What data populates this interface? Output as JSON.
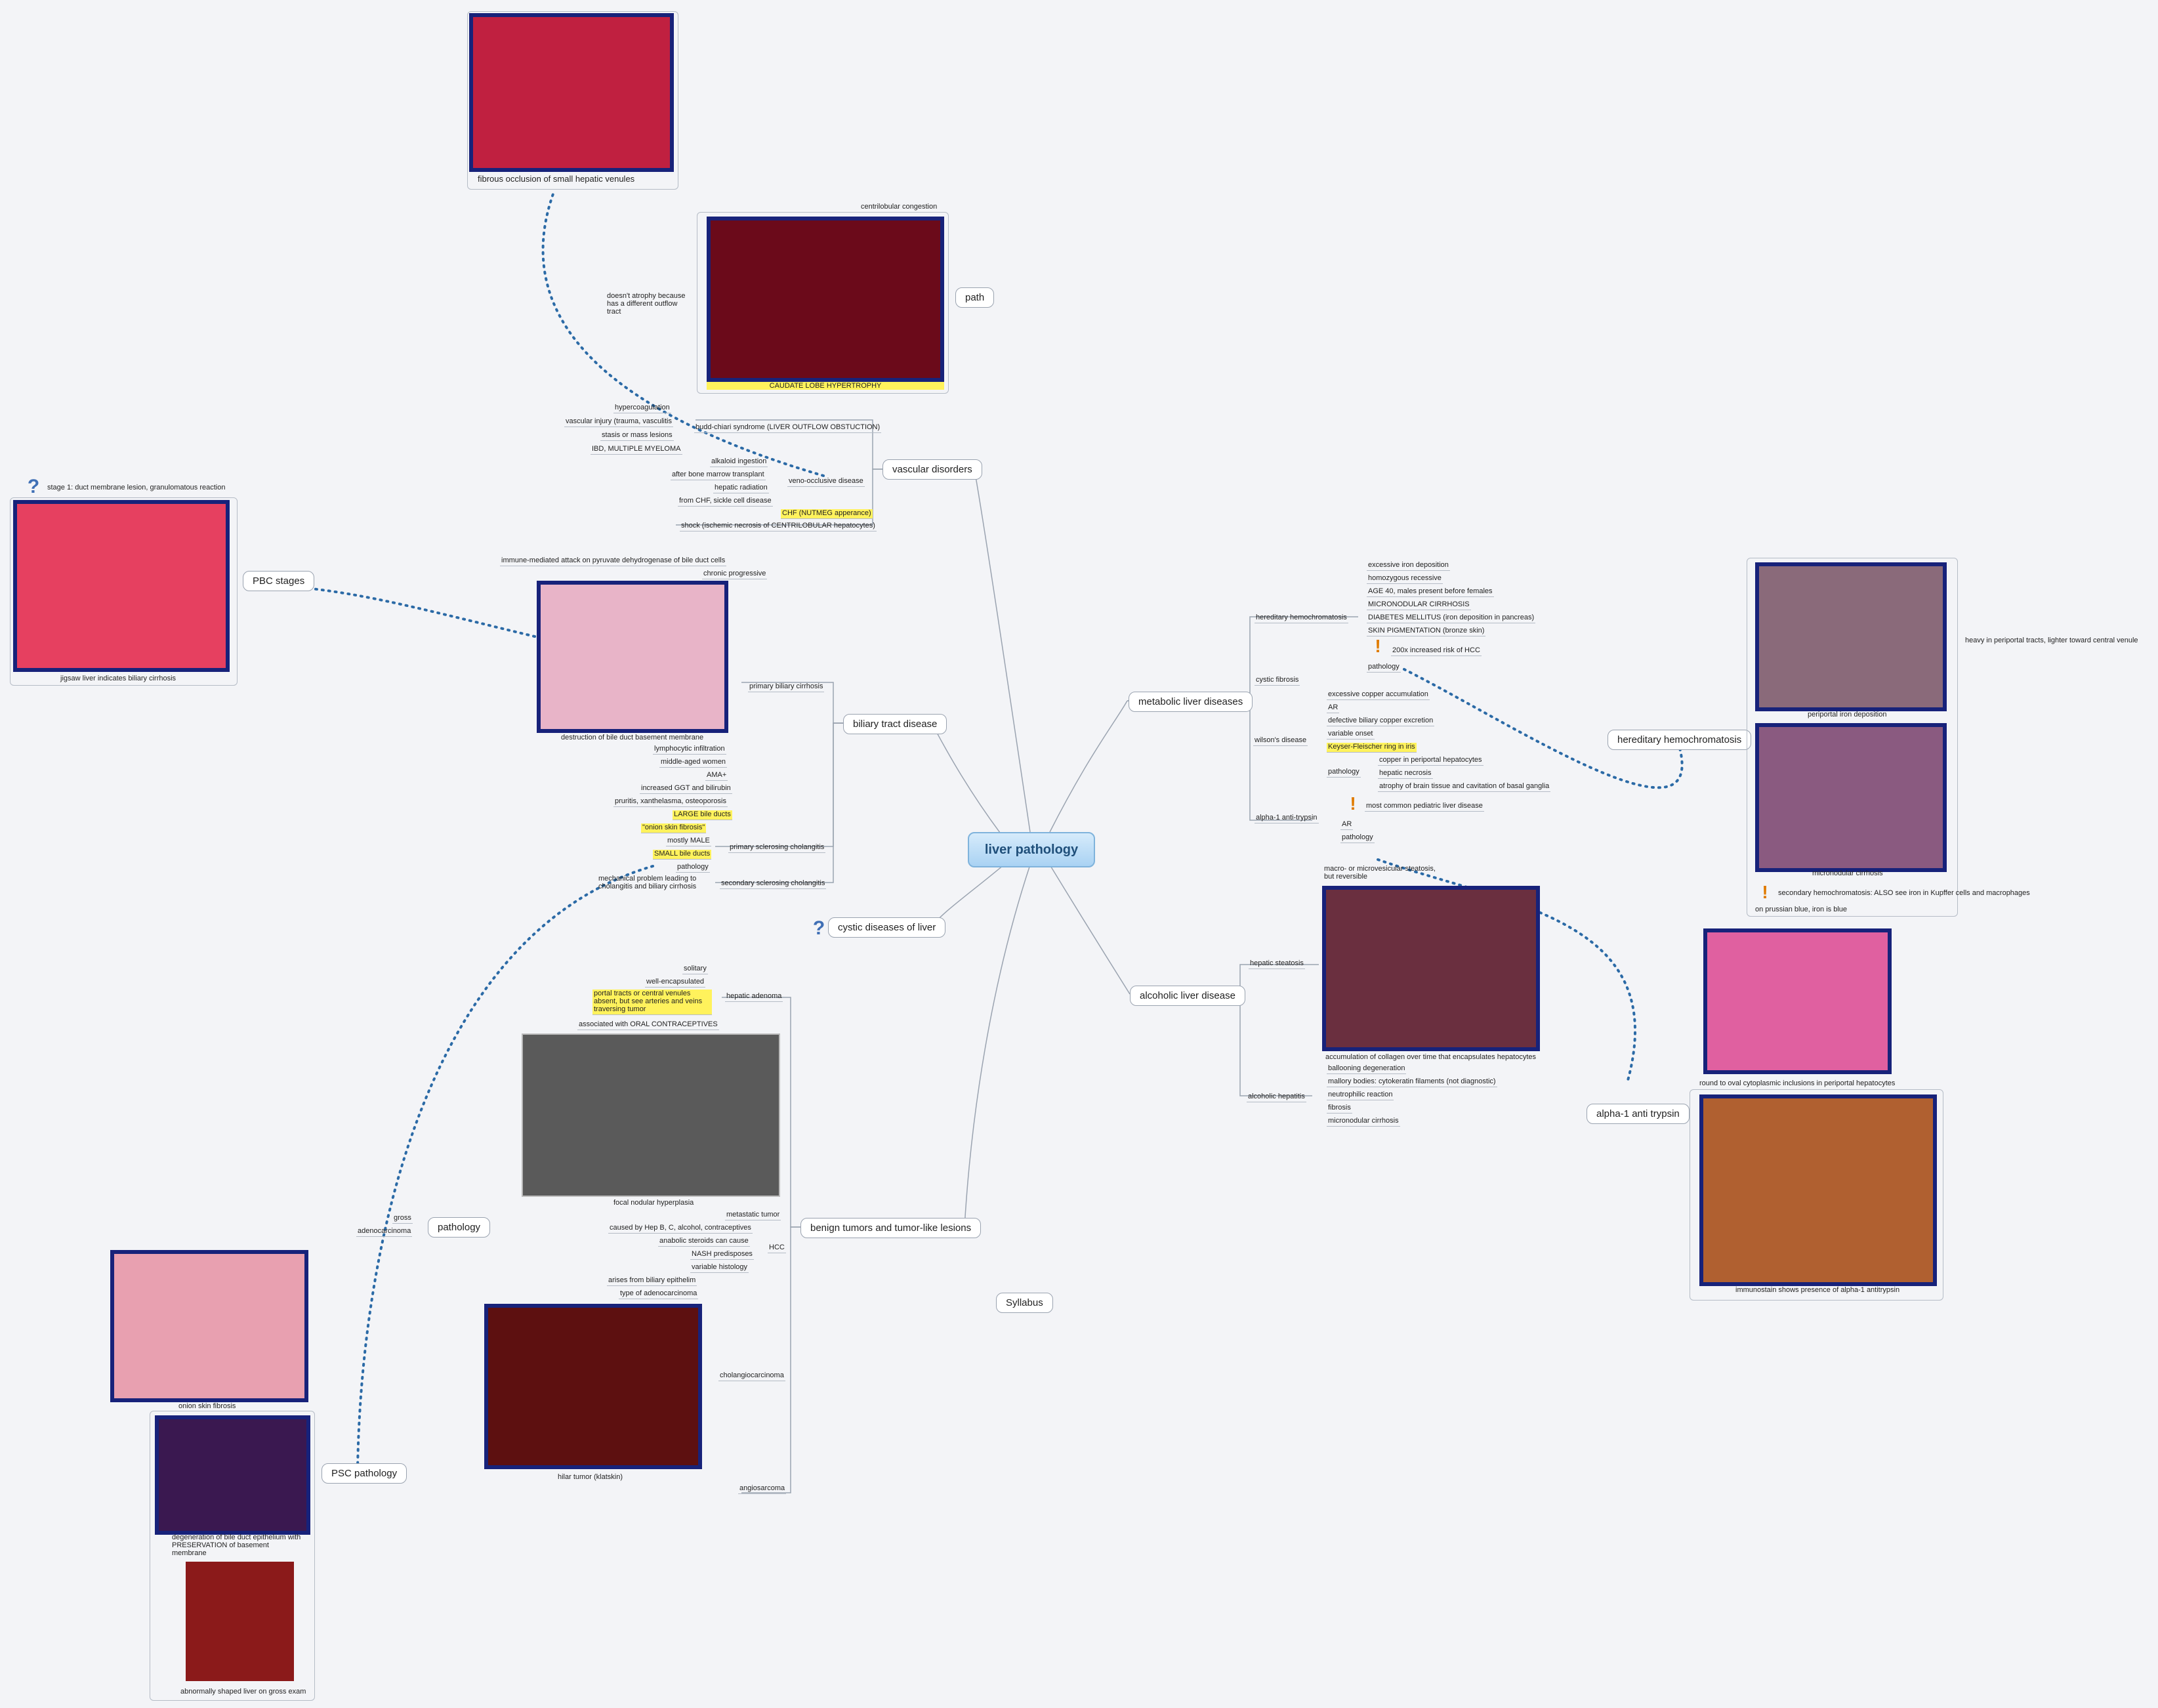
{
  "central": "liver pathology",
  "branches": {
    "vascular": "vascular disorders",
    "biliary": "biliary tract disease",
    "cystic": "cystic diseases of liver",
    "benign": "benign tumors and tumor-like lesions",
    "metabolic": "metabolic liver diseases",
    "alcoholic": "alcoholic liver disease",
    "syllabus": "Syllabus"
  },
  "floating": {
    "path": "path",
    "pbc_stages": "PBC stages",
    "pathology": "pathology",
    "psc_pathology": "PSC pathology",
    "hered_hemo": "hereditary hemochromatosis",
    "a1at": "alpha-1 anti trypsin"
  },
  "vascular": {
    "budd": "budd-chiari syndrome (LIVER OUTFLOW OBSTUCTION)",
    "budd_items": [
      "hypercoagulation",
      "vascular injury (trauma, vasculitis",
      "stasis or mass lesions",
      "IBD, MULTIPLE MYELOMA"
    ],
    "veno": "veno-occlusive disease",
    "veno_items": [
      "alkaloid ingestion",
      "after bone marrow transplant",
      "hepatic radiation",
      "from CHF, sickle cell disease"
    ],
    "chf": "CHF (NUTMEG apperance)",
    "shock": "shock (ischemic necrosis of CENTRILOBULAR hepatocytes)",
    "atrophy": "doesn't atrophy because has a different outflow tract",
    "centri": "centrilobular congestion",
    "caudate": "CAUDATE LOBE HYPERTROPHY",
    "fibrous": "fibrous occlusion of small hepatic venules"
  },
  "biliary": {
    "pbc": "primary biliary cirrhosis",
    "pbc_items": [
      "immune-mediated attack on pyruvate dehydrogenase of bile duct cells",
      "chronic progressive"
    ],
    "pbc_caption": "destruction of bile duct basement membrane",
    "pbc_items2": [
      "lymphocytic infiltration",
      "middle-aged women",
      "AMA+",
      "increased GGT and bilirubin",
      "pruritis, xanthelasma, osteoporosis"
    ],
    "large": "LARGE bile ducts",
    "psc": "primary sclerosing cholangitis",
    "onion": "\"onion skin fibrosis\"",
    "male": "mostly MALE",
    "small": "SMALL bile ducts",
    "psc_path": "pathology",
    "ssc": "secondary sclerosing cholangitis",
    "mech": "mechanical problem leading to cholangitis and biliary cirrhosis",
    "stage1": "stage 1: duct membrane lesion, granulomatous reaction",
    "jigsaw": "jigsaw liver indicates biliary cirrhosis"
  },
  "benign": {
    "adenoma": "hepatic adenoma",
    "adenoma_items": [
      "solitary",
      "well-encapsulated"
    ],
    "portal": "portal tracts or central venules absent, but see arteries and veins traversing tumor",
    "ocp": "associated with ORAL CONTRACEPTIVES",
    "fnh": "focal nodular hyperplasia",
    "meta": "metastatic tumor",
    "hcc": "HCC",
    "hcc_items": [
      "caused by Hep B, C, alcohol, contraceptives",
      "anabolic steroids can cause",
      "NASH predisposes",
      "variable histology"
    ],
    "chol": "cholangiocarcinoma",
    "chol_items": [
      "arises from biliary epithelim",
      "type of adenocarcinoma"
    ],
    "hilar": "hilar tumor (klatskin)",
    "angio": "angiosarcoma",
    "gross": "gross",
    "adeno": "adenocarcinoma",
    "onion_cap": "onion skin fibrosis",
    "degen": "degeneration of bile duct epithelium with PRESERVATION of basement membrane",
    "abnormal": "abnormally shaped liver on gross exam"
  },
  "metabolic": {
    "hh": "hereditary hemochromatosis",
    "hh_items": [
      "excessive iron deposition",
      "homozygous recessive",
      "AGE 40, males present before females",
      "MICRONODULAR CIRRHOSIS",
      "DIABETES MELLITUS (iron deposition in pancreas)",
      "SKIN PIGMENTATION (bronze skin)"
    ],
    "hcc_risk": "200x increased risk of HCC",
    "hh_path": "pathology",
    "cf": "cystic fibrosis",
    "wilson": "wilson's disease",
    "wilson_items": [
      "excessive copper accumulation",
      "AR",
      "defective biliary copper excretion",
      "variable onset"
    ],
    "kf": "Keyser-Fleischer ring in iris",
    "w_path": "pathology",
    "w_path_items": [
      "copper in periportal hepatocytes",
      "hepatic necrosis",
      "atrophy of brain tissue and cavitation of basal ganglia"
    ],
    "a1at": "alpha-1 anti-trypsin",
    "ped": "most common pediatric liver disease",
    "a1_ar": "AR",
    "a1_path": "pathology",
    "periportal": "periportal iron deposition",
    "heavy": "heavy in periportal tracts, lighter toward central venule",
    "micro": "micronodular cirrhosis",
    "secondary": "secondary hemochromatosis: ALSO see iron in Kupffer cells and macrophages",
    "prussian": "on prussian blue, iron is blue",
    "round": "round to oval cytoplasmic inclusions in periportal hepatocytes",
    "immuno": "immunostain shows presence of alpha-1 antitrypsin"
  },
  "alcoholic": {
    "steat": "hepatic steatosis",
    "macro": "macro- or microvesicular steatosis, but reversible",
    "collagen": "accumulation of collagen over time that encapsulates hepatocytes",
    "hep": "alcoholic hepatitis",
    "hep_items": [
      "ballooning degeneration",
      "mallory bodies: cytokeratin filaments (not diagnostic)",
      "neutrophilic reaction",
      "fibrosis",
      "micronodular cirrhosis"
    ]
  },
  "colors": {
    "accent": "#1f4f7a",
    "highlight": "#fff25c",
    "image_border": "#17227a"
  }
}
